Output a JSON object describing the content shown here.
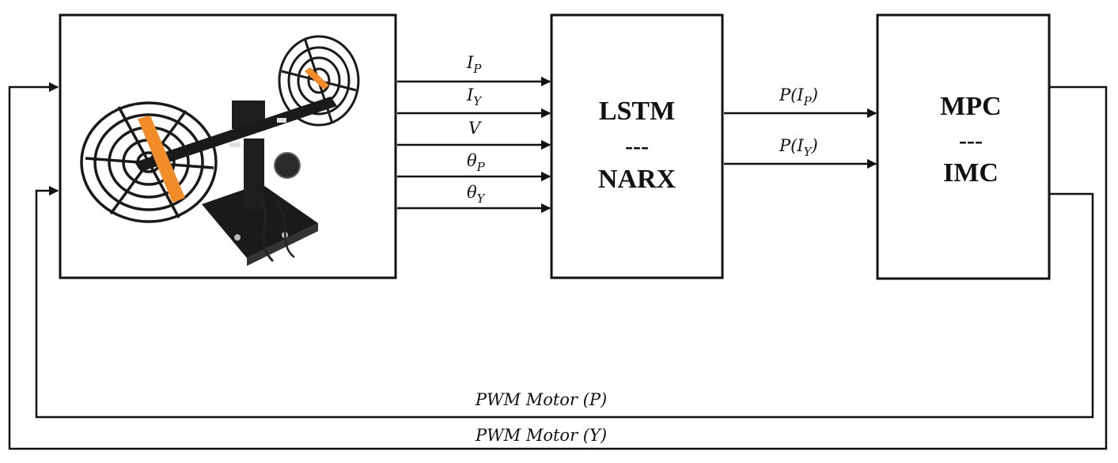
{
  "plant": {
    "signals": [
      {
        "base": "I",
        "sub": "P"
      },
      {
        "base": "I",
        "sub": "Y"
      },
      {
        "base": "V",
        "sub": ""
      },
      {
        "base": "θ",
        "sub": "P"
      },
      {
        "base": "θ",
        "sub": "Y"
      }
    ]
  },
  "identifier": {
    "line1": "LSTM",
    "separator": "---",
    "line2": "NARX"
  },
  "predictions": [
    {
      "pre": "P(",
      "base": "I",
      "sub": "P",
      "post": ")"
    },
    {
      "pre": "P(",
      "base": "I",
      "sub": "Y",
      "post": ")"
    }
  ],
  "controller": {
    "line1": "MPC",
    "separator": "---",
    "line2": "IMC"
  },
  "feedback": {
    "pitch_label": "PWM Motor (P)",
    "yaw_label": "PWM Motor (Y)"
  },
  "colors": {
    "line": "#111111",
    "propeller": "#f28c28",
    "frame": "#1a1a1a"
  }
}
